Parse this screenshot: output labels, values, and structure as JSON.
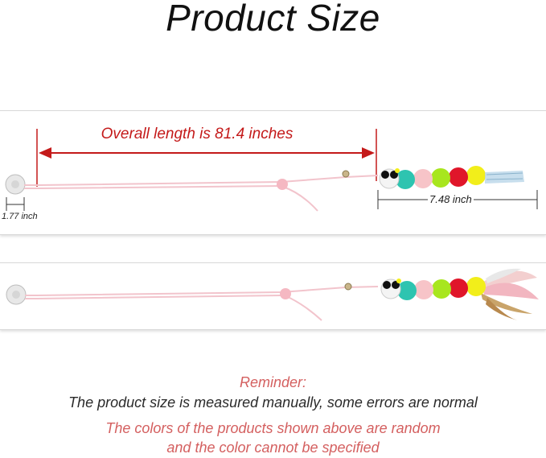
{
  "title": "Product Size",
  "measurements": {
    "overall": "Overall length is 81.4 inches",
    "suction_cup": "1.77 inch",
    "worm": "7.48 inch"
  },
  "notes": {
    "reminder_label": "Reminder:",
    "reminder_text": "The product size is measured manually, some errors are normal",
    "color_line1": "The colors of the products shown above are random",
    "color_line2": "and the color cannot be specified"
  },
  "colors": {
    "accent_red": "#c41a1a",
    "note_red": "#d46060",
    "string_pink": "#f2c4cc",
    "pompom_teal": "#2ec4b0",
    "pompom_pink": "#f7c4c8",
    "pompom_green": "#a8e61e",
    "pompom_red": "#e0162a",
    "pompom_yellow": "#f2ee1a"
  }
}
